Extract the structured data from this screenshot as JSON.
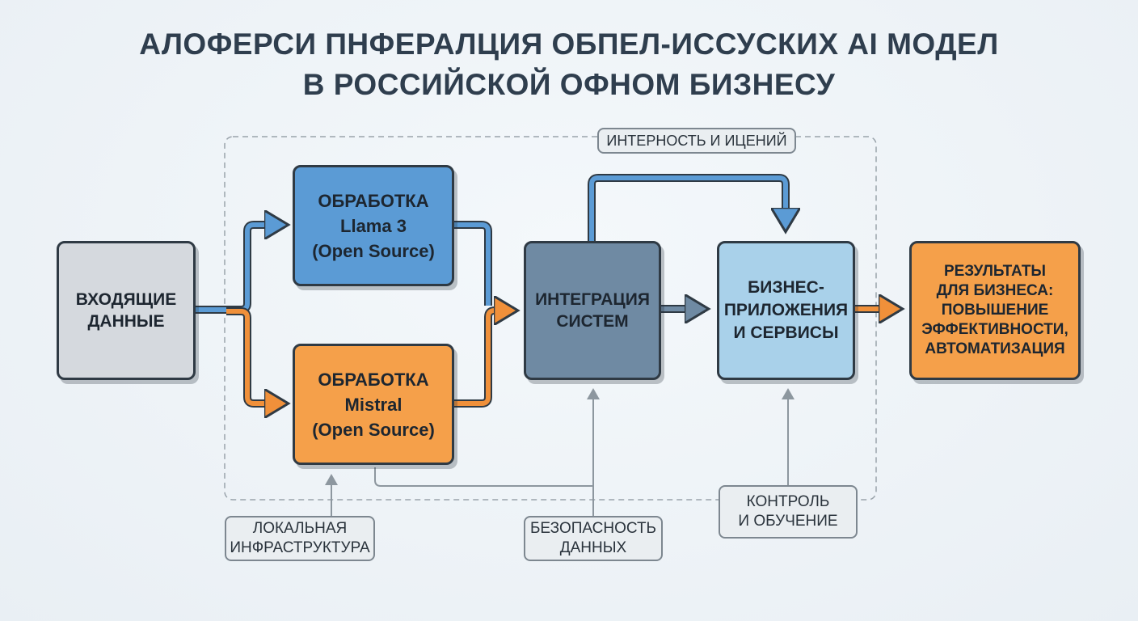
{
  "title": {
    "line1": "АЛОФЕРСИ ПНФЕРАЛЦИЯ ОБПЕЛ-ИССУСКИХ AI МОДЕЛ",
    "line2": "В РОССИЙСКОЙ ОФНОМ БИЗНЕСУ"
  },
  "group_label": "ИНТЕРНОСТЬ И ИЦЕНИЙ",
  "nodes": {
    "input": {
      "label": "ВХОДЯЩИЕ\nДАННЫЕ"
    },
    "llama": {
      "label": "ОБРАБОТКА\nLlama 3\n(Open Source)"
    },
    "mistral": {
      "label": "ОБРАБОТКА\nMistral\n(Open Source)"
    },
    "integration": {
      "label": "ИНТЕГРАЦИЯ\nСИСТЕМ"
    },
    "apps": {
      "label": "БИЗНЕС-\nПРИЛОЖЕНИЯ\nИ СЕРВИСЫ"
    },
    "results": {
      "label": "РЕЗУЛЬТАТЫ\nДЛЯ БИЗНЕСА:\nПОВЫШЕНИЕ\nЭФФЕКТИВНОСТИ,\nАВТОМАТИЗАЦИЯ"
    }
  },
  "notes": {
    "local_infra": "ЛОКАЛЬНАЯ\nИНФРАСТРУКТУРА",
    "security": "БЕЗОПАСНОСТЬ\nДАННЫХ",
    "control": "КОНТРОЛЬ\nИ ОБУЧЕНИЕ"
  },
  "colors": {
    "gray_box": "#d5d9de",
    "blue_box": "#5b9bd5",
    "orange_box": "#f5a04a",
    "slate_box": "#6f8aa3",
    "light_blue_box": "#a9d1ea",
    "blue_line": "#5b9bd5",
    "orange_line": "#f0903a",
    "gray_line": "#8d979f",
    "dark_outline": "#2f3a44"
  }
}
